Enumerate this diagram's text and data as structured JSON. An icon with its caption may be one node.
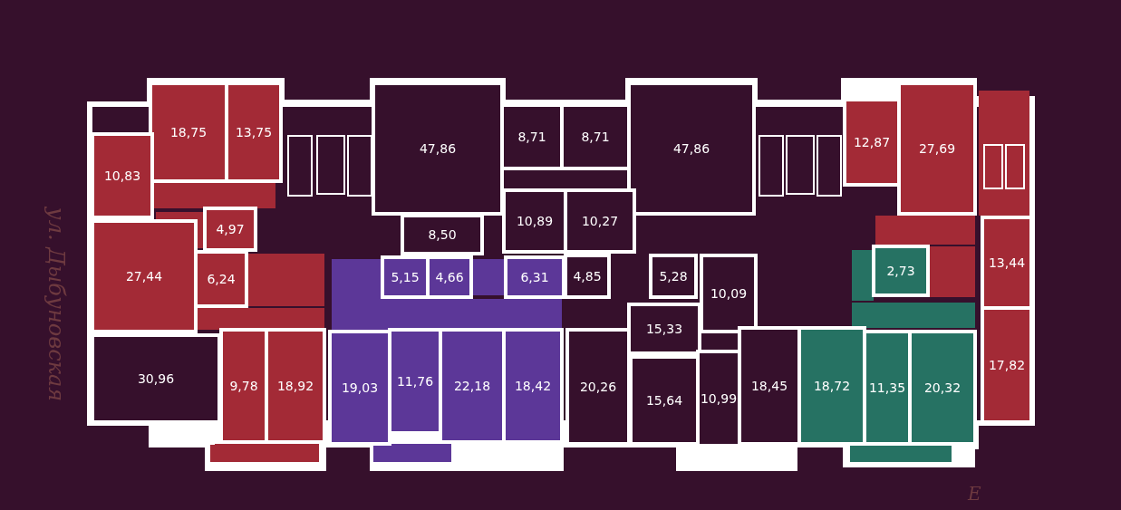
{
  "diagram": {
    "nodes": [
      {
        "text": [
          "18,75"
        ]
      },
      {
        "text": [
          "13,75"
        ]
      },
      {
        "text": [
          "47,86"
        ]
      },
      {
        "text": [
          "8,71"
        ]
      },
      {
        "text": [
          "8,71"
        ]
      },
      {
        "text": [
          "47,86"
        ]
      },
      {
        "text": [
          "12,87"
        ]
      },
      {
        "text": [
          "27,69"
        ]
      },
      {
        "text": [
          "10,83"
        ]
      },
      {
        "text": [
          "4,97"
        ]
      },
      {
        "text": [
          "8,50"
        ]
      },
      {
        "text": [
          "10,89"
        ]
      },
      {
        "text": [
          "10,27"
        ]
      },
      {
        "text": [
          "27,44"
        ]
      },
      {
        "text": [
          "6,24"
        ]
      },
      {
        "text": [
          "5,15"
        ]
      },
      {
        "text": [
          "4,66"
        ]
      },
      {
        "text": [
          "6,31"
        ]
      },
      {
        "text": [
          "4,85"
        ]
      },
      {
        "text": [
          "5,28"
        ]
      },
      {
        "text": [
          "10,09"
        ]
      },
      {
        "text": [
          "2,73"
        ]
      },
      {
        "text": [
          "13,44"
        ]
      },
      {
        "text": [
          "15,33"
        ]
      },
      {
        "text": [
          "30,96"
        ]
      },
      {
        "text": [
          "9,78"
        ]
      },
      {
        "text": [
          "18,92"
        ]
      },
      {
        "text": [
          "19,03"
        ]
      },
      {
        "text": [
          "11,76"
        ]
      },
      {
        "text": [
          "22,18"
        ]
      },
      {
        "text": [
          "18,42"
        ]
      },
      {
        "text": [
          "20,26"
        ]
      },
      {
        "text": [
          "15,64"
        ]
      },
      {
        "text": [
          "10,99"
        ]
      },
      {
        "text": [
          "18,45"
        ]
      },
      {
        "text": [
          "18,72"
        ]
      },
      {
        "text": [
          "11,35"
        ]
      },
      {
        "text": [
          "20,32"
        ]
      },
      {
        "text": [
          "17,82"
        ]
      }
    ],
    "labels": [
      "ул. Дыбуновская",
      "E"
    ]
  }
}
